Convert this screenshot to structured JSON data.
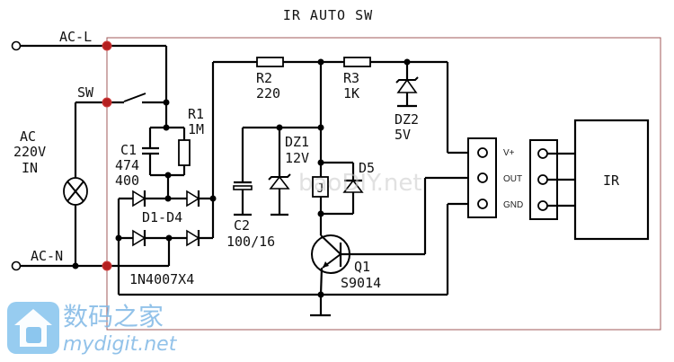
{
  "title": "IR AUTO SW",
  "terminals": {
    "ac_l": "AC-L",
    "sw": "SW",
    "ac_n": "AC-N",
    "ac_input": [
      "AC",
      "220V",
      "IN"
    ]
  },
  "components": {
    "r1": {
      "ref": "R1",
      "value": "1M"
    },
    "c1": {
      "ref": "C1",
      "value": "474",
      "voltage": "400"
    },
    "bridge": {
      "ref": "D1-D4",
      "part": "1N4007X4"
    },
    "r2": {
      "ref": "R2",
      "value": "220"
    },
    "r3": {
      "ref": "R3",
      "value": "1K"
    },
    "dz1": {
      "ref": "DZ1",
      "value": "12V"
    },
    "dz2": {
      "ref": "DZ2",
      "value": "5V"
    },
    "c2": {
      "ref": "C2",
      "value": "100/16"
    },
    "relay": {
      "ref": "J"
    },
    "d5": {
      "ref": "D5"
    },
    "q1": {
      "ref": "Q1",
      "part": "S9014"
    }
  },
  "connector": {
    "pins": [
      "V+",
      "OUT",
      "GND"
    ]
  },
  "ir_module": {
    "label": "IR"
  },
  "watermarks": {
    "center": "baoDIY.net",
    "logo_cn": "数码之家",
    "logo_en": "mydigit.net"
  }
}
